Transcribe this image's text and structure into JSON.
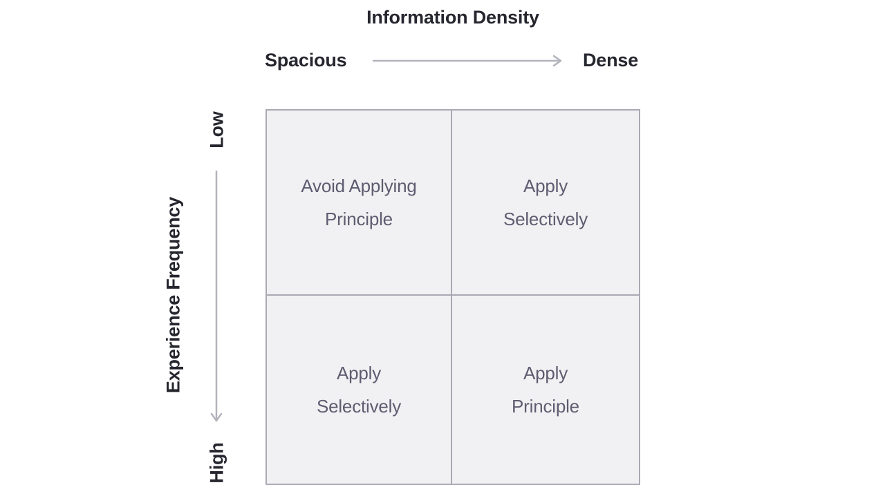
{
  "diagram": {
    "x_axis": {
      "label": "Information Density",
      "start_label": "Spacious",
      "end_label": "Dense",
      "arrow_direction": "right"
    },
    "y_axis": {
      "label": "Experience Frequency",
      "start_label": "Low",
      "end_label": "High",
      "arrow_direction": "down"
    },
    "quadrants": {
      "top_left": {
        "line1": "Avoid Applying",
        "line2": "Principle"
      },
      "top_right": {
        "line1": "Apply",
        "line2": "Selectively"
      },
      "bottom_left": {
        "line1": "Apply",
        "line2": "Selectively"
      },
      "bottom_right": {
        "line1": "Apply",
        "line2": "Principle"
      }
    },
    "colors": {
      "background": "#ffffff",
      "heading_text": "#26262f",
      "quadrant_text": "#5e5c70",
      "grid_border": "#a9a9b4",
      "quadrant_fill": "#f1f1f3",
      "arrow": "#b3b3bd"
    }
  }
}
